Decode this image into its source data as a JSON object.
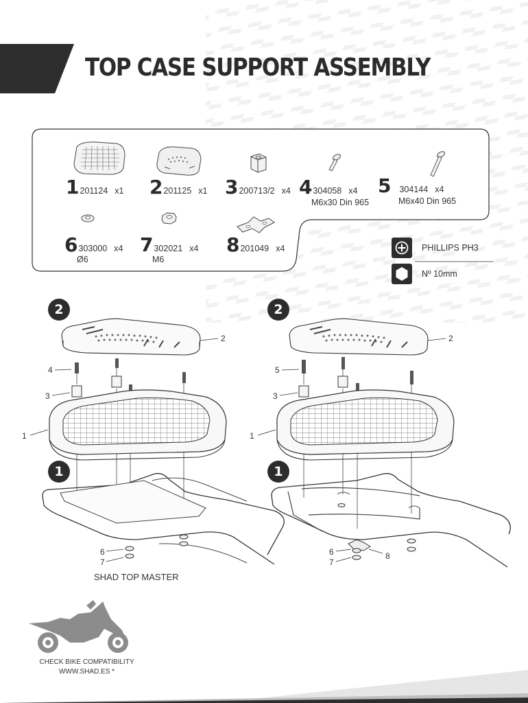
{
  "title": "TOP CASE SUPPORT ASSEMBLY",
  "parts": [
    {
      "num": "1",
      "code": "201124",
      "qty": "x1",
      "spec": "",
      "icon": "top-plate-icon"
    },
    {
      "num": "2",
      "code": "201125",
      "qty": "x1",
      "spec": "",
      "icon": "cover-plate-icon"
    },
    {
      "num": "3",
      "code": "200713/2",
      "qty": "x4",
      "spec": "",
      "icon": "spacer-block-icon"
    },
    {
      "num": "4",
      "code": "304058",
      "qty": "x4",
      "spec": "M6x30  Din  965",
      "icon": "short-screw-icon"
    },
    {
      "num": "5",
      "code": "304144",
      "qty": "x4",
      "spec": "M6x40  Din  965",
      "icon": "long-screw-icon"
    },
    {
      "num": "6",
      "code": "303000",
      "qty": "x4",
      "spec": "Ø6",
      "icon": "washer-icon"
    },
    {
      "num": "7",
      "code": "302021",
      "qty": "x4",
      "spec": "M6",
      "icon": "nut-icon"
    },
    {
      "num": "8",
      "code": "201049",
      "qty": "x4",
      "spec": "",
      "icon": "clamp-plate-icon"
    }
  ],
  "tools": [
    {
      "label": "PHILLIPS PH3",
      "icon": "phillips-icon"
    },
    {
      "label": "Nº 10mm",
      "icon": "hex-wrench-icon"
    }
  ],
  "steps": {
    "top": "2",
    "bottom": "1"
  },
  "callouts_left": {
    "c1": "1",
    "c2": "2",
    "c3": "3",
    "c4": "4",
    "c6": "6",
    "c7": "7"
  },
  "callouts_right": {
    "c1": "1",
    "c2": "2",
    "c3": "3",
    "c5": "5",
    "c6": "6",
    "c7": "7",
    "c8": "8"
  },
  "model_label": "SHAD TOP MASTER",
  "compatibility": {
    "line1": "CHECK BIKE COMPATIBILITY",
    "line2": "WWW.SHAD.ES *"
  },
  "colors": {
    "ink": "#2d2d2d",
    "pattern": "#ececec",
    "line": "#3a3a3a"
  }
}
